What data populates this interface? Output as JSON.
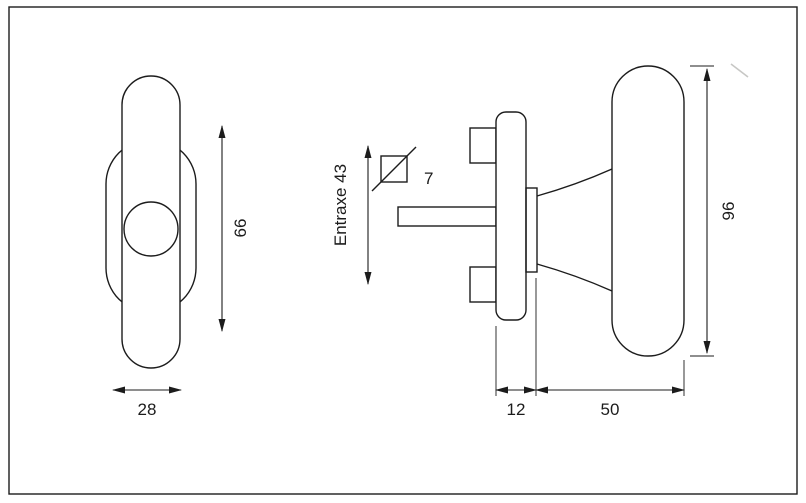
{
  "drawing": {
    "type": "technical-dimension-drawing",
    "subject": "door knob / turn handle, front and side views",
    "line_color": "#1c1c1c",
    "background_color": "#ffffff",
    "front_view": {
      "height_label": "66",
      "width_label": "28"
    },
    "side_view": {
      "spindle_square_label": "7",
      "screw_spacing_label": "Entraxe 43",
      "rosette_depth_label": "12",
      "knob_depth_label": "50",
      "height_label": "96"
    }
  }
}
